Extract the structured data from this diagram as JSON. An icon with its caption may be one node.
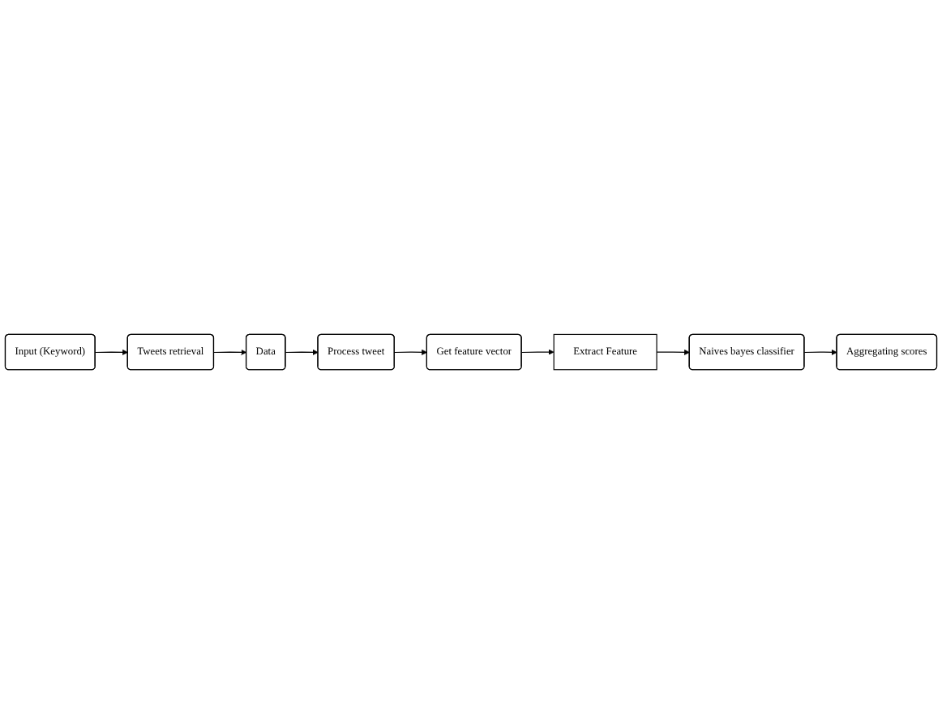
{
  "diagram": {
    "nodes": [
      {
        "text": [
          "Input (Keyword)"
        ]
      },
      {
        "text": [
          "Tweets retrieval"
        ]
      },
      {
        "text": [
          "Data"
        ]
      },
      {
        "text": [
          "Process tweet"
        ]
      },
      {
        "text": [
          "Get feature vector"
        ]
      },
      {
        "text": [
          "Extract Feature"
        ]
      },
      {
        "text": [
          "Naives bayes classifier"
        ]
      },
      {
        "text": [
          "Aggregating scores"
        ]
      }
    ],
    "edges": [
      {
        "from": 0,
        "to": 1,
        "arrow": "to"
      },
      {
        "from": 1,
        "to": 2,
        "arrow": "to"
      },
      {
        "from": 2,
        "to": 3,
        "arrow": "to"
      },
      {
        "from": 3,
        "to": 4,
        "arrow": "to"
      },
      {
        "from": 4,
        "to": 5,
        "arrow": "to"
      },
      {
        "from": 5,
        "to": 6,
        "arrow": "to"
      },
      {
        "from": 6,
        "to": 7,
        "arrow": "to"
      }
    ]
  }
}
